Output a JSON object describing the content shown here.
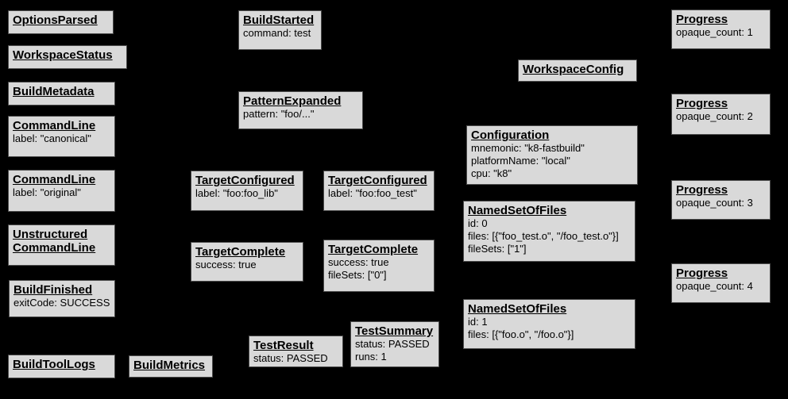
{
  "colors": {
    "background": "#000000",
    "node_fill": "#d9d9d9",
    "node_border": "#4c4c4c",
    "text": "#000000"
  },
  "nodes": {
    "options_parsed": {
      "title": "OptionsParsed",
      "lines": []
    },
    "workspace_status": {
      "title": "WorkspaceStatus",
      "lines": []
    },
    "build_metadata": {
      "title": "BuildMetadata",
      "lines": []
    },
    "command_line_canonical": {
      "title": "CommandLine",
      "lines": [
        "label: \"canonical\""
      ]
    },
    "command_line_original": {
      "title": "CommandLine",
      "lines": [
        "label: \"original\""
      ]
    },
    "unstructured_command_line": {
      "title": "Unstructured CommandLine",
      "lines": []
    },
    "build_finished": {
      "title": "BuildFinished",
      "lines": [
        "exitCode: SUCCESS"
      ]
    },
    "build_tool_logs": {
      "title": "BuildToolLogs",
      "lines": []
    },
    "build_metrics": {
      "title": "BuildMetrics",
      "lines": []
    },
    "build_started": {
      "title": "BuildStarted",
      "lines": [
        "command: test"
      ]
    },
    "pattern_expanded": {
      "title": "PatternExpanded",
      "lines": [
        "pattern: \"foo/...\""
      ]
    },
    "target_configured_lib": {
      "title": "TargetConfigured",
      "lines": [
        "label: \"foo:foo_lib\""
      ]
    },
    "target_configured_test": {
      "title": "TargetConfigured",
      "lines": [
        "label: \"foo:foo_test\""
      ]
    },
    "target_complete_lib": {
      "title": "TargetComplete",
      "lines": [
        "success: true"
      ]
    },
    "target_complete_test": {
      "title": "TargetComplete",
      "lines": [
        "success: true",
        "fileSets: [\"0\"]"
      ]
    },
    "test_result": {
      "title": "TestResult",
      "lines": [
        "status: PASSED"
      ]
    },
    "test_summary": {
      "title": "TestSummary",
      "lines": [
        "status: PASSED",
        "runs: 1"
      ]
    },
    "workspace_config": {
      "title": "WorkspaceConfig",
      "lines": []
    },
    "configuration": {
      "title": "Configuration",
      "lines": [
        "mnemonic: \"k8-fastbuild\"",
        "platformName: \"local\"",
        "cpu: \"k8\""
      ]
    },
    "named_set_of_files_0": {
      "title": "NamedSetOfFiles",
      "lines": [
        "id: 0",
        "files: [{\"foo_test.o\", \"/foo_test.o\"}]",
        "fileSets: [\"1\"]"
      ]
    },
    "named_set_of_files_1": {
      "title": "NamedSetOfFiles",
      "lines": [
        "id: 1",
        "files: [{\"foo.o\", \"/foo.o\"}]"
      ]
    },
    "progress_1": {
      "title": "Progress",
      "lines": [
        "opaque_count: 1"
      ]
    },
    "progress_2": {
      "title": "Progress",
      "lines": [
        "opaque_count: 2"
      ]
    },
    "progress_3": {
      "title": "Progress",
      "lines": [
        "opaque_count: 3"
      ]
    },
    "progress_4": {
      "title": "Progress",
      "lines": [
        "opaque_count: 4"
      ]
    }
  }
}
